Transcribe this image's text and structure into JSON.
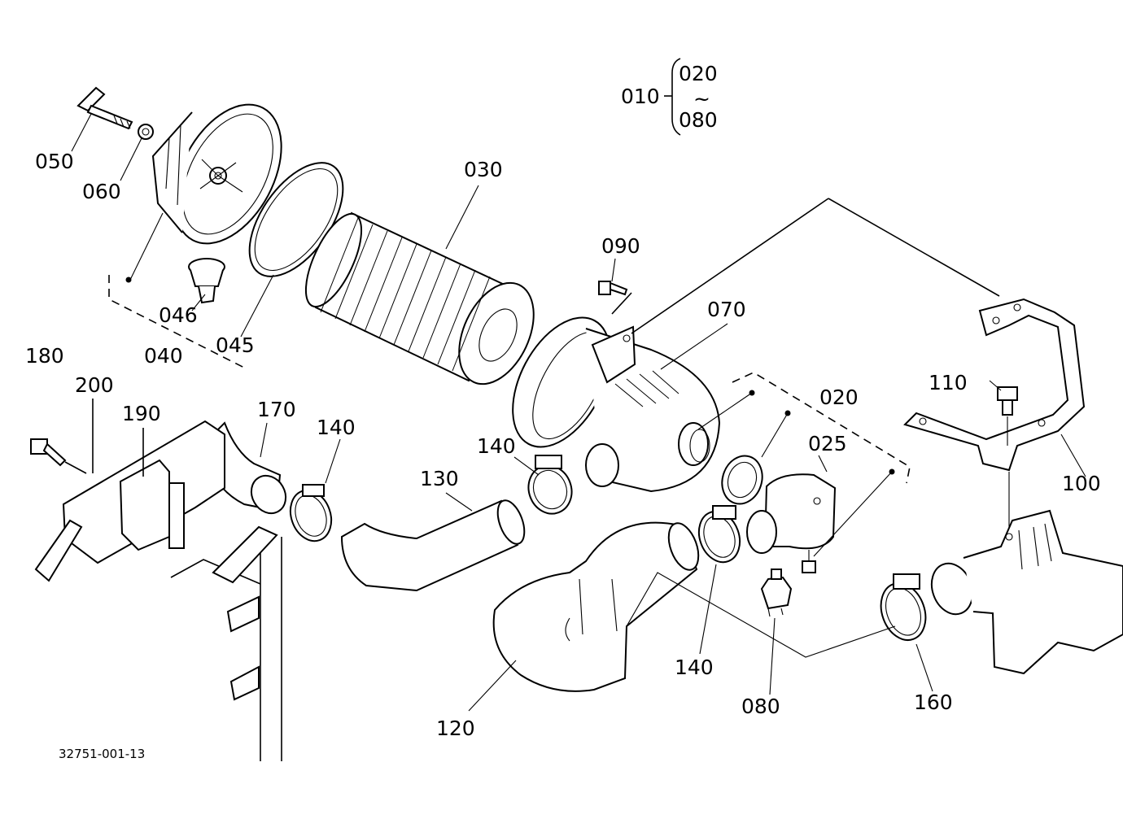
{
  "diagram": {
    "drawing_code": "32751-001-13",
    "callouts": {
      "c010": "010",
      "c020_top": "020",
      "tilde": "~",
      "c080_top": "080",
      "c020": "020",
      "c025": "025",
      "c030": "030",
      "c040": "040",
      "c045": "045",
      "c046": "046",
      "c050": "050",
      "c060": "060",
      "c070": "070",
      "c080": "080",
      "c090": "090",
      "c100": "100",
      "c110": "110",
      "c120": "120",
      "c130": "130",
      "c140_a": "140",
      "c140_b": "140",
      "c140_c": "140",
      "c160": "160",
      "c170": "170",
      "c180": "180",
      "c190": "190",
      "c200": "200"
    }
  }
}
